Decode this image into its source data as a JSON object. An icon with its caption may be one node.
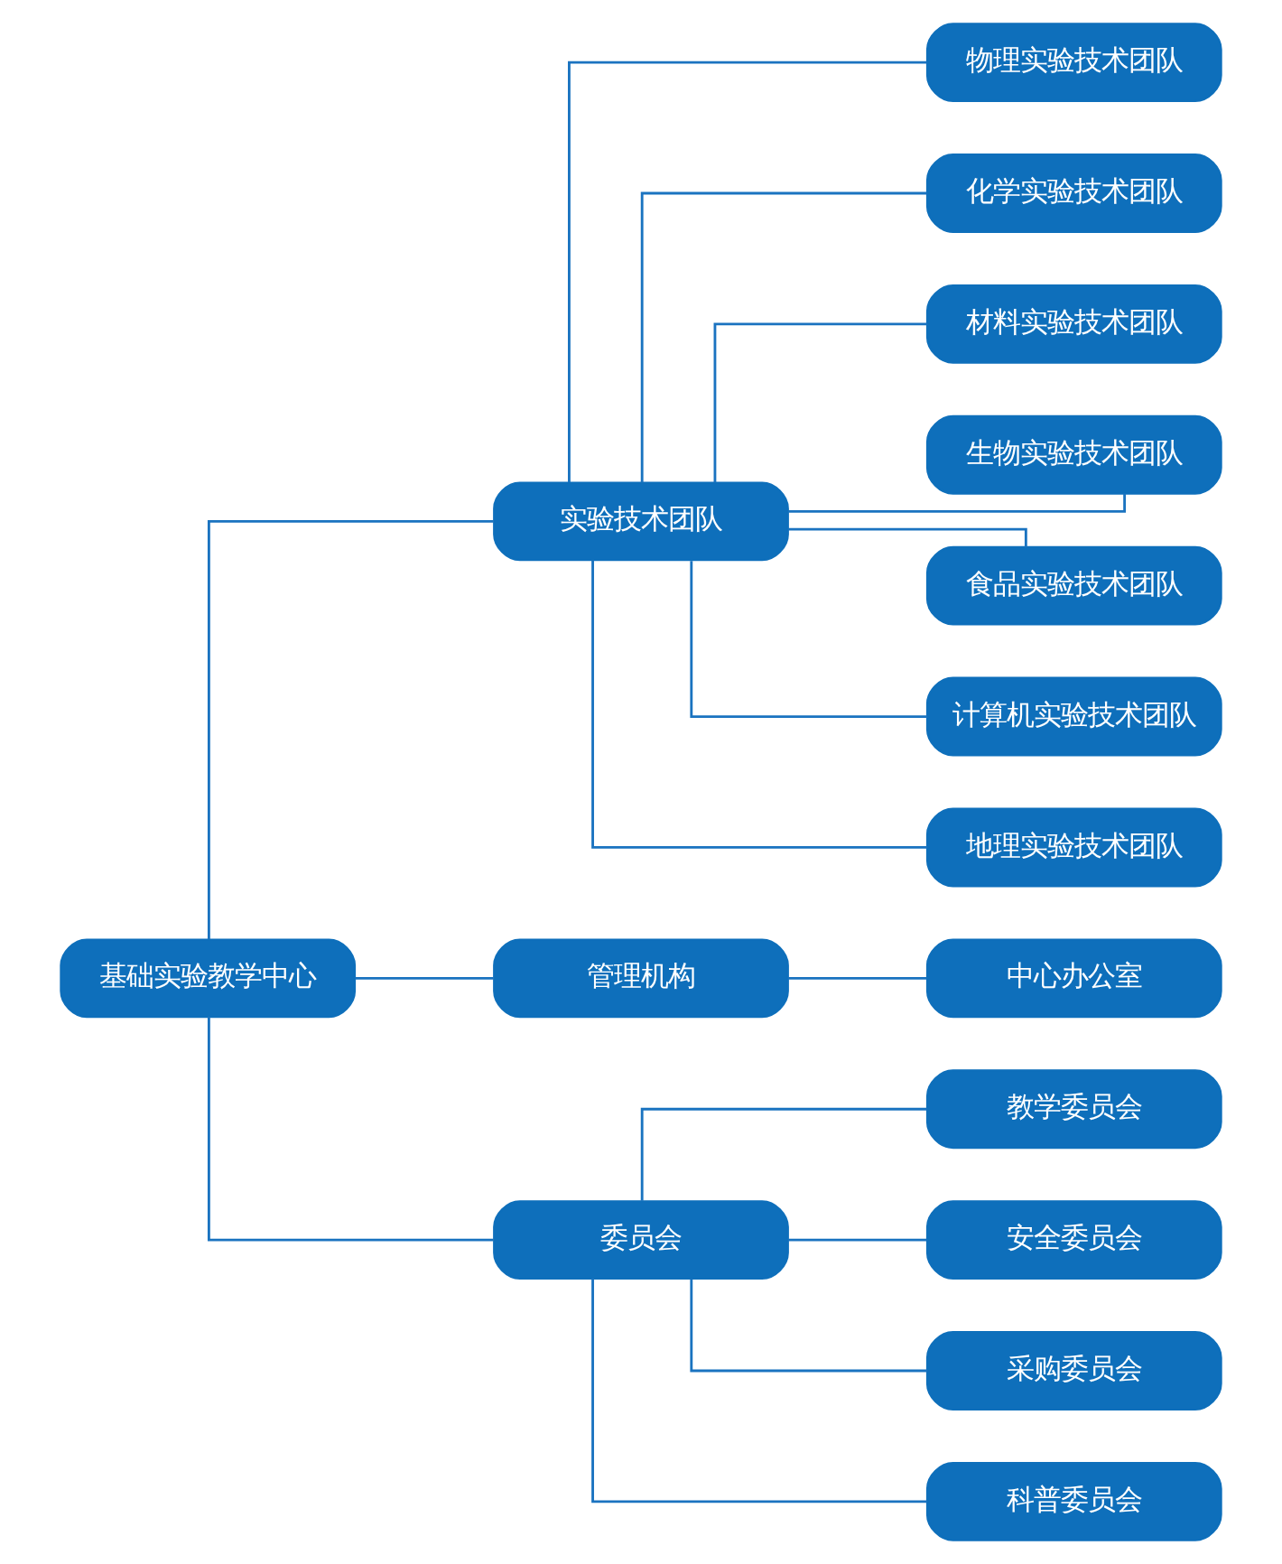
{
  "diagram": {
    "nodes": [
      {
        "text": [
          "基础实验教学中心"
        ]
      },
      {
        "text": [
          "实验技术团队"
        ]
      },
      {
        "text": [
          "管理机构"
        ]
      },
      {
        "text": [
          "委员会"
        ]
      },
      {
        "text": [
          "物理实验技术团队"
        ]
      },
      {
        "text": [
          "化学实验技术团队"
        ]
      },
      {
        "text": [
          "材料实验技术团队"
        ]
      },
      {
        "text": [
          "生物实验技术团队"
        ]
      },
      {
        "text": [
          "食品实验技术团队"
        ]
      },
      {
        "text": [
          "计算机实验技术团队"
        ]
      },
      {
        "text": [
          "地理实验技术团队"
        ]
      },
      {
        "text": [
          "中心办公室"
        ]
      },
      {
        "text": [
          "教学委员会"
        ]
      },
      {
        "text": [
          "安全委员会"
        ]
      },
      {
        "text": [
          "采购委员会"
        ]
      },
      {
        "text": [
          "科普委员会"
        ]
      }
    ],
    "edges": [
      {
        "from": 0,
        "to": 1,
        "arrow": "none"
      },
      {
        "from": 0,
        "to": 2,
        "arrow": "none"
      },
      {
        "from": 0,
        "to": 3,
        "arrow": "none"
      },
      {
        "from": 1,
        "to": 4,
        "arrow": "none"
      },
      {
        "from": 1,
        "to": 5,
        "arrow": "none"
      },
      {
        "from": 1,
        "to": 6,
        "arrow": "none"
      },
      {
        "from": 1,
        "to": 7,
        "arrow": "none"
      },
      {
        "from": 1,
        "to": 8,
        "arrow": "none"
      },
      {
        "from": 1,
        "to": 9,
        "arrow": "none"
      },
      {
        "from": 1,
        "to": 10,
        "arrow": "none"
      },
      {
        "from": 2,
        "to": 11,
        "arrow": "none"
      },
      {
        "from": 3,
        "to": 12,
        "arrow": "none"
      },
      {
        "from": 3,
        "to": 13,
        "arrow": "none"
      },
      {
        "from": 3,
        "to": 14,
        "arrow": "none"
      },
      {
        "from": 3,
        "to": 15,
        "arrow": "none"
      }
    ]
  }
}
